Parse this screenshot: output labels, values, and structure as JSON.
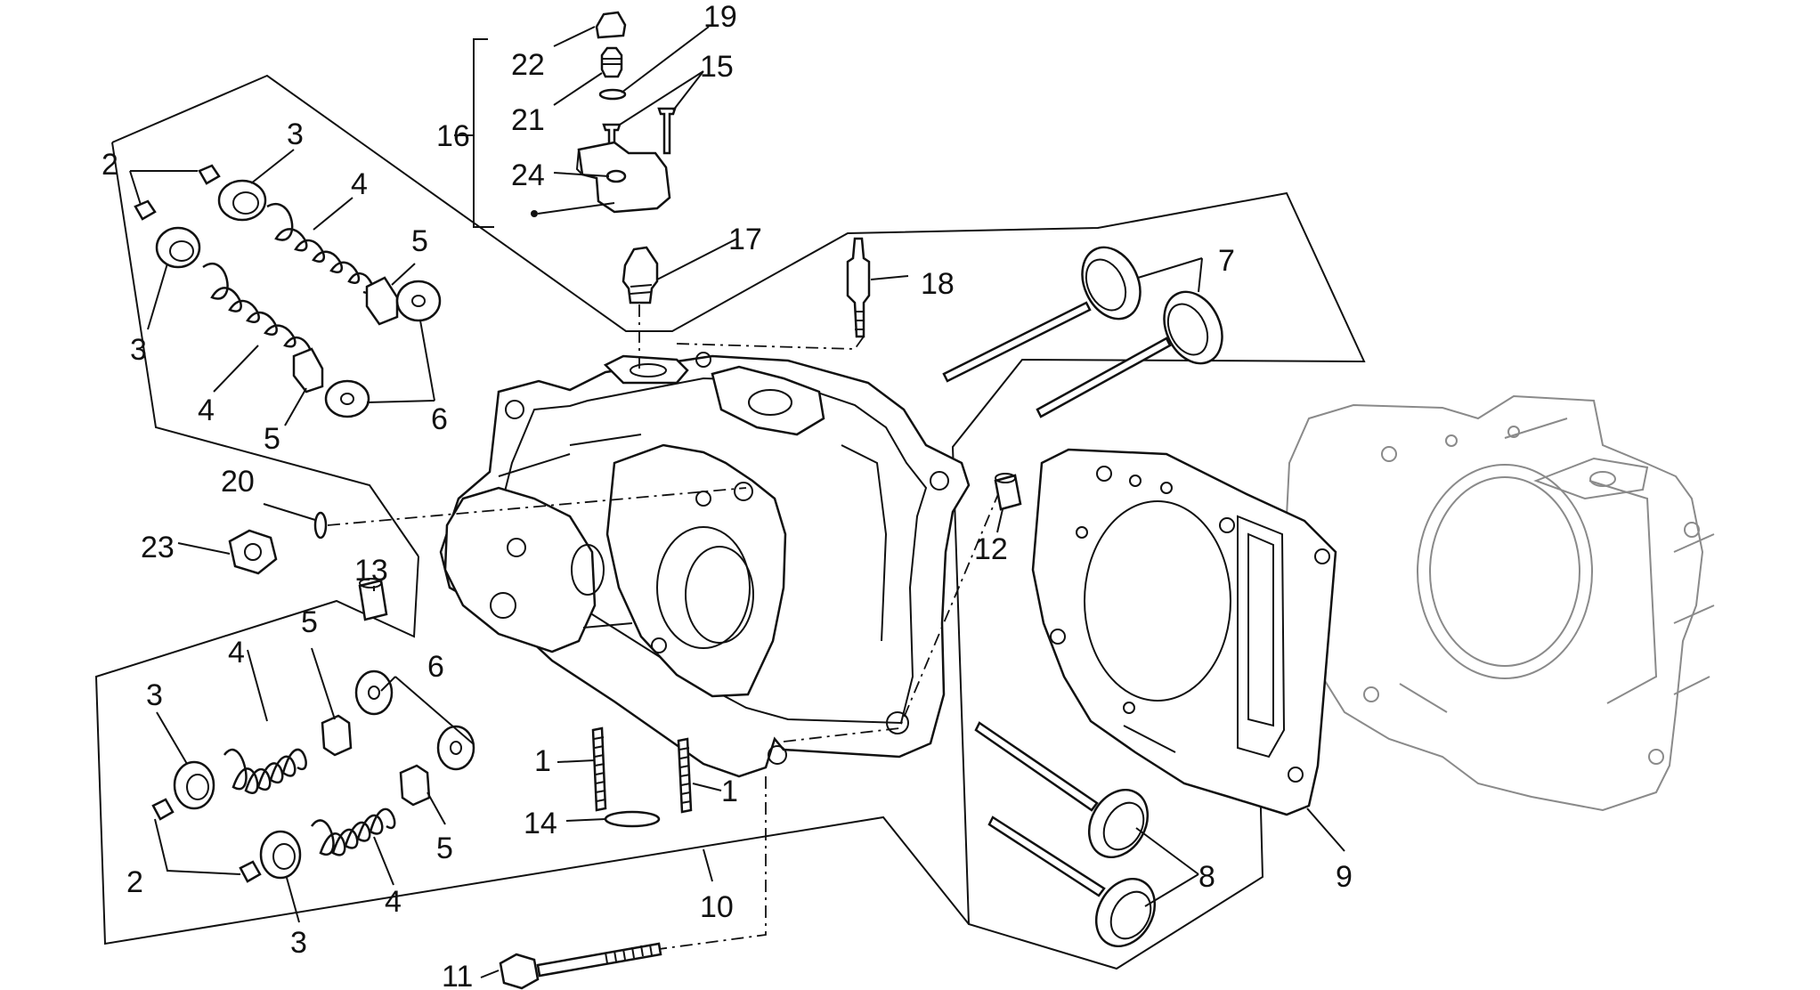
{
  "diagram": {
    "callouts": [
      {
        "id": "c1a",
        "text": "1"
      },
      {
        "id": "c1b",
        "text": "1"
      },
      {
        "id": "c2a",
        "text": "2"
      },
      {
        "id": "c2b",
        "text": "2"
      },
      {
        "id": "c3a",
        "text": "3"
      },
      {
        "id": "c3b",
        "text": "3"
      },
      {
        "id": "c3c",
        "text": "3"
      },
      {
        "id": "c3d",
        "text": "3"
      },
      {
        "id": "c4a",
        "text": "4"
      },
      {
        "id": "c4b",
        "text": "4"
      },
      {
        "id": "c4c",
        "text": "4"
      },
      {
        "id": "c4d",
        "text": "4"
      },
      {
        "id": "c5a",
        "text": "5"
      },
      {
        "id": "c5b",
        "text": "5"
      },
      {
        "id": "c5c",
        "text": "5"
      },
      {
        "id": "c5d",
        "text": "5"
      },
      {
        "id": "c6a",
        "text": "6"
      },
      {
        "id": "c6b",
        "text": "6"
      },
      {
        "id": "c7",
        "text": "7"
      },
      {
        "id": "c8",
        "text": "8"
      },
      {
        "id": "c9",
        "text": "9"
      },
      {
        "id": "c10",
        "text": "10"
      },
      {
        "id": "c11",
        "text": "11"
      },
      {
        "id": "c12",
        "text": "12"
      },
      {
        "id": "c13",
        "text": "13"
      },
      {
        "id": "c14",
        "text": "14"
      },
      {
        "id": "c15",
        "text": "15"
      },
      {
        "id": "c16",
        "text": "16"
      },
      {
        "id": "c17",
        "text": "17"
      },
      {
        "id": "c18",
        "text": "18"
      },
      {
        "id": "c19",
        "text": "19"
      },
      {
        "id": "c20",
        "text": "20"
      },
      {
        "id": "c21",
        "text": "21"
      },
      {
        "id": "c22",
        "text": "22"
      },
      {
        "id": "c23",
        "text": "23"
      },
      {
        "id": "c24",
        "text": "24"
      }
    ]
  }
}
